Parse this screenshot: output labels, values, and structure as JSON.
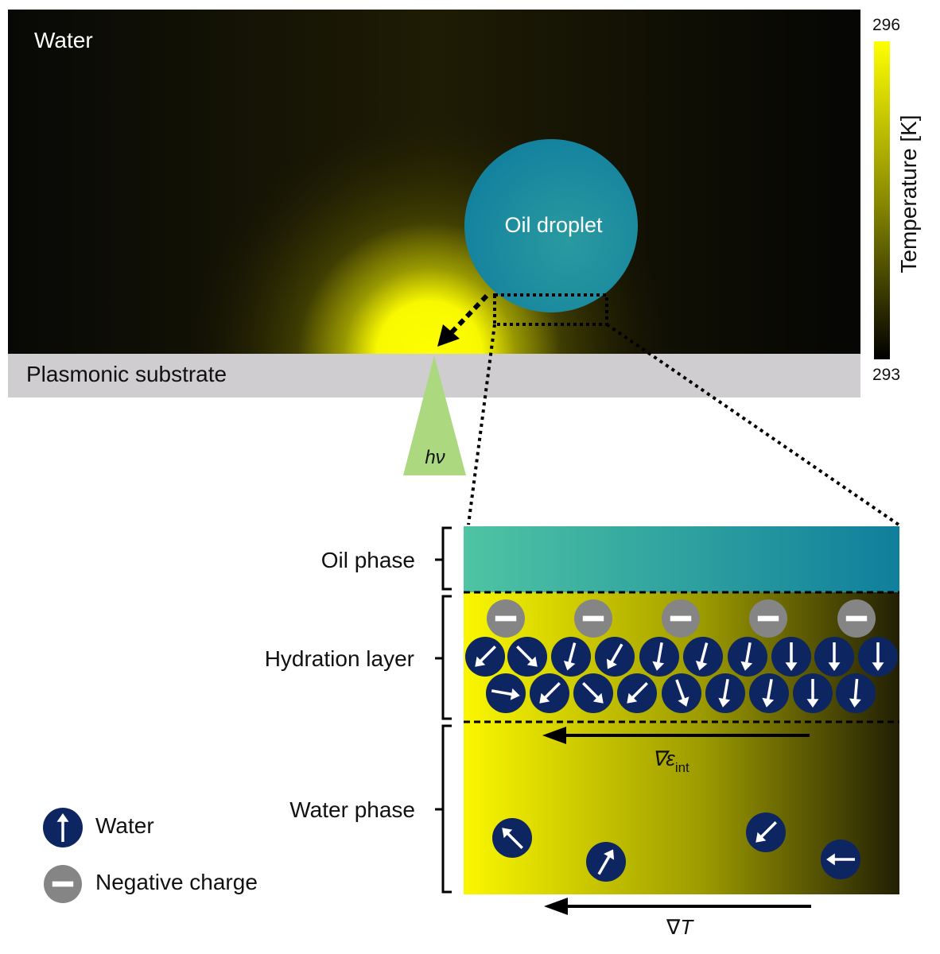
{
  "top_panel": {
    "water_label": "Water",
    "droplet_label": "Oil droplet",
    "substrate_label": "Plasmonic substrate",
    "light_label": "hν"
  },
  "colorbar": {
    "max_label": "296",
    "min_label": "293",
    "axis_label": "Temperature [K]",
    "max_color": "#ffff00",
    "min_color": "#000000"
  },
  "zoom_panel": {
    "oil_phase_label": "Oil phase",
    "hydration_layer_label": "Hydration layer",
    "water_phase_label": "Water phase",
    "grad_eps_symbol": "∇ε",
    "grad_eps_subscript": "int",
    "grad_t_symbol": "∇",
    "grad_t_var": "T"
  },
  "legend": {
    "water_label": "Water",
    "charge_label": "Negative charge"
  },
  "colors": {
    "molecule_fill": "#0d2561",
    "charge_fill": "#858585",
    "substrate": "#cfcdcf",
    "light_cone": "#acd880",
    "oil_light": "#4fc4a3",
    "oil_dark": "#0f7f9c",
    "hot": "#ffff00"
  },
  "hydration_molecules": {
    "row1_angles": [
      225,
      135,
      195,
      210,
      190,
      195,
      190,
      180,
      180,
      180
    ],
    "row2_angles": [
      100,
      225,
      135,
      225,
      160,
      190,
      190,
      180,
      185,
      170
    ]
  },
  "water_molecules": {
    "angles": [
      315,
      30,
      225,
      270
    ]
  }
}
